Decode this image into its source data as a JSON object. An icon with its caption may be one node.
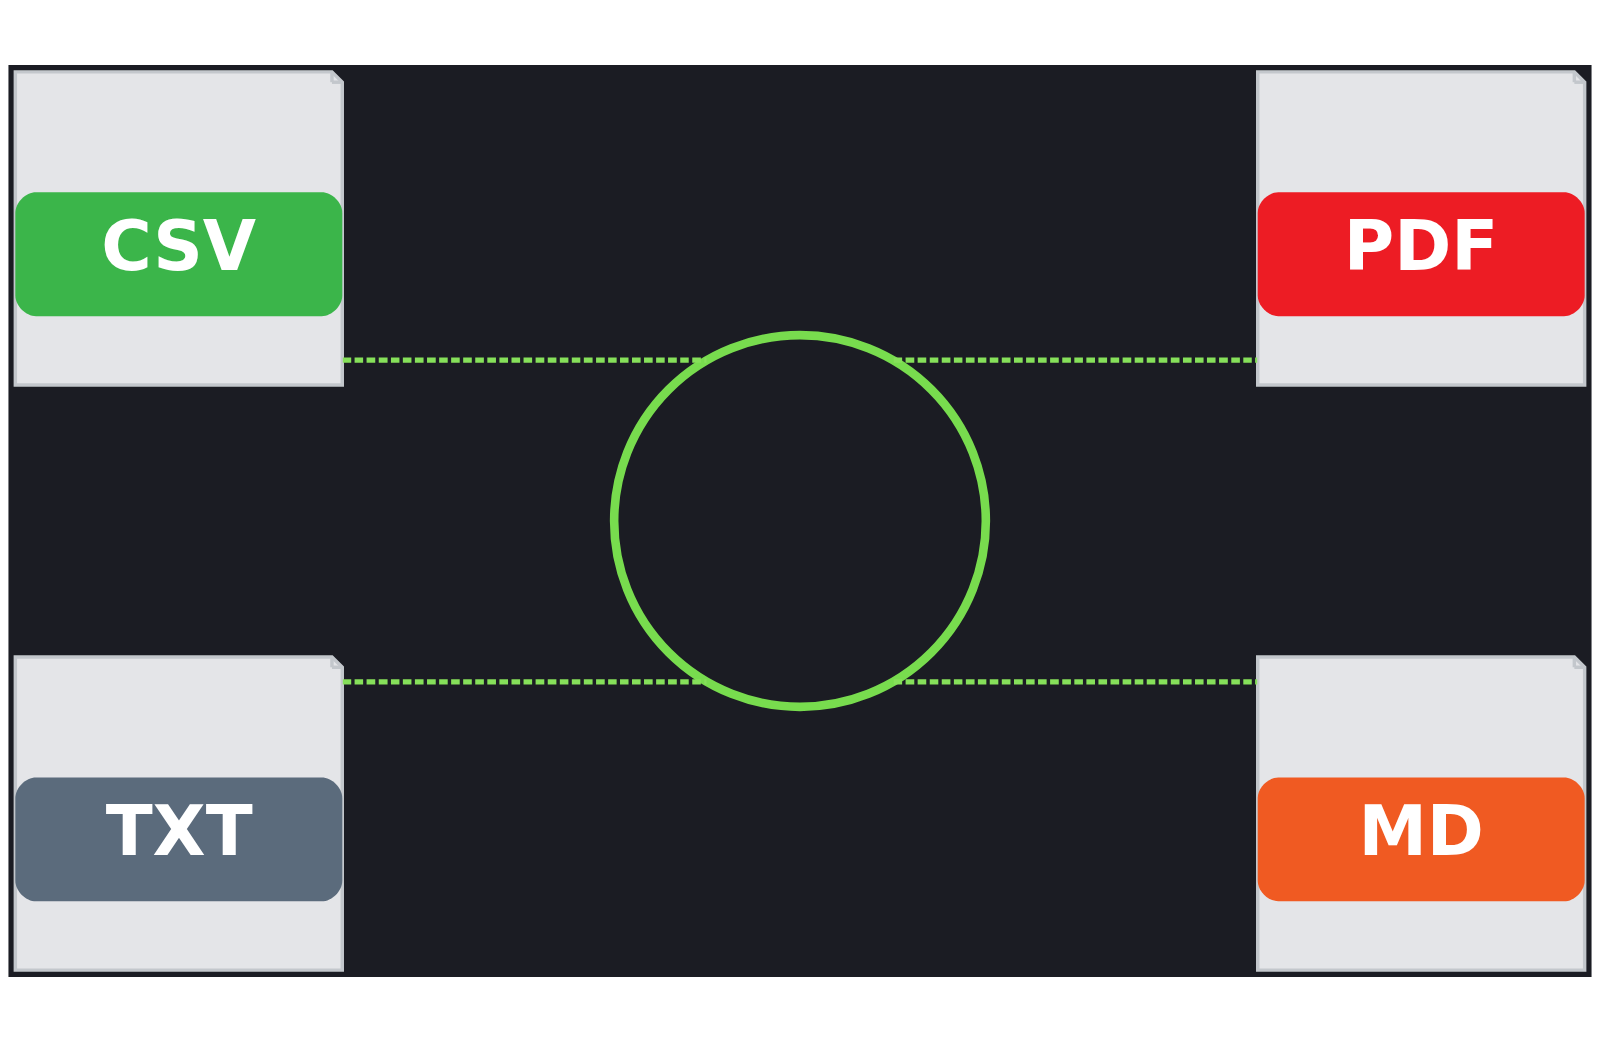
{
  "diagram": {
    "nodes": [
      {
        "text": [
          "CSV"
        ]
      },
      {
        "text": [
          "PDF"
        ]
      },
      {
        "text": [],
        "shape": "circle"
      },
      {
        "text": [
          "TXT"
        ]
      },
      {
        "text": [
          "MD"
        ]
      }
    ],
    "edges": [
      {
        "from": 0,
        "to": 2,
        "arrow": "none",
        "style": "dashed"
      },
      {
        "from": 2,
        "to": 1,
        "arrow": "none",
        "style": "dashed"
      },
      {
        "from": 3,
        "to": 2,
        "arrow": "none",
        "style": "dashed"
      },
      {
        "from": 2,
        "to": 4,
        "arrow": "none",
        "style": "dashed"
      }
    ]
  }
}
